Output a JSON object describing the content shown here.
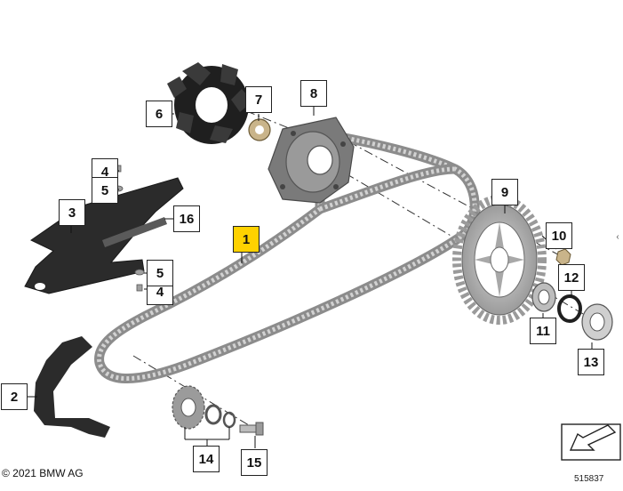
{
  "diagram": {
    "callouts": [
      {
        "id": "1",
        "label": "1",
        "highlight": true
      },
      {
        "id": "2",
        "label": "2"
      },
      {
        "id": "3",
        "label": "3"
      },
      {
        "id": "4a",
        "label": "4"
      },
      {
        "id": "5a",
        "label": "5"
      },
      {
        "id": "4b",
        "label": "4"
      },
      {
        "id": "5b",
        "label": "5"
      },
      {
        "id": "6",
        "label": "6"
      },
      {
        "id": "7",
        "label": "7"
      },
      {
        "id": "8",
        "label": "8"
      },
      {
        "id": "9",
        "label": "9"
      },
      {
        "id": "10",
        "label": "10"
      },
      {
        "id": "11",
        "label": "11"
      },
      {
        "id": "12",
        "label": "12"
      },
      {
        "id": "13",
        "label": "13"
      },
      {
        "id": "14",
        "label": "14"
      },
      {
        "id": "15",
        "label": "15"
      },
      {
        "id": "16",
        "label": "16"
      }
    ],
    "colors": {
      "highlight": "#ffd200",
      "part_dark": "#2b2b2b",
      "part_grey": "#8e8e8e",
      "chain": "#9a9a9a"
    },
    "icons": [
      "chain-icon",
      "sprocket-icon",
      "hub-icon",
      "damper-icon",
      "guide-rail-icon",
      "slider-icon",
      "bearing-icon",
      "arrow-icon"
    ]
  },
  "footer": {
    "copyright": "© 2021 BMW AG",
    "image_number": "515837"
  },
  "ui": {
    "side_handle_glyph": "‹"
  }
}
